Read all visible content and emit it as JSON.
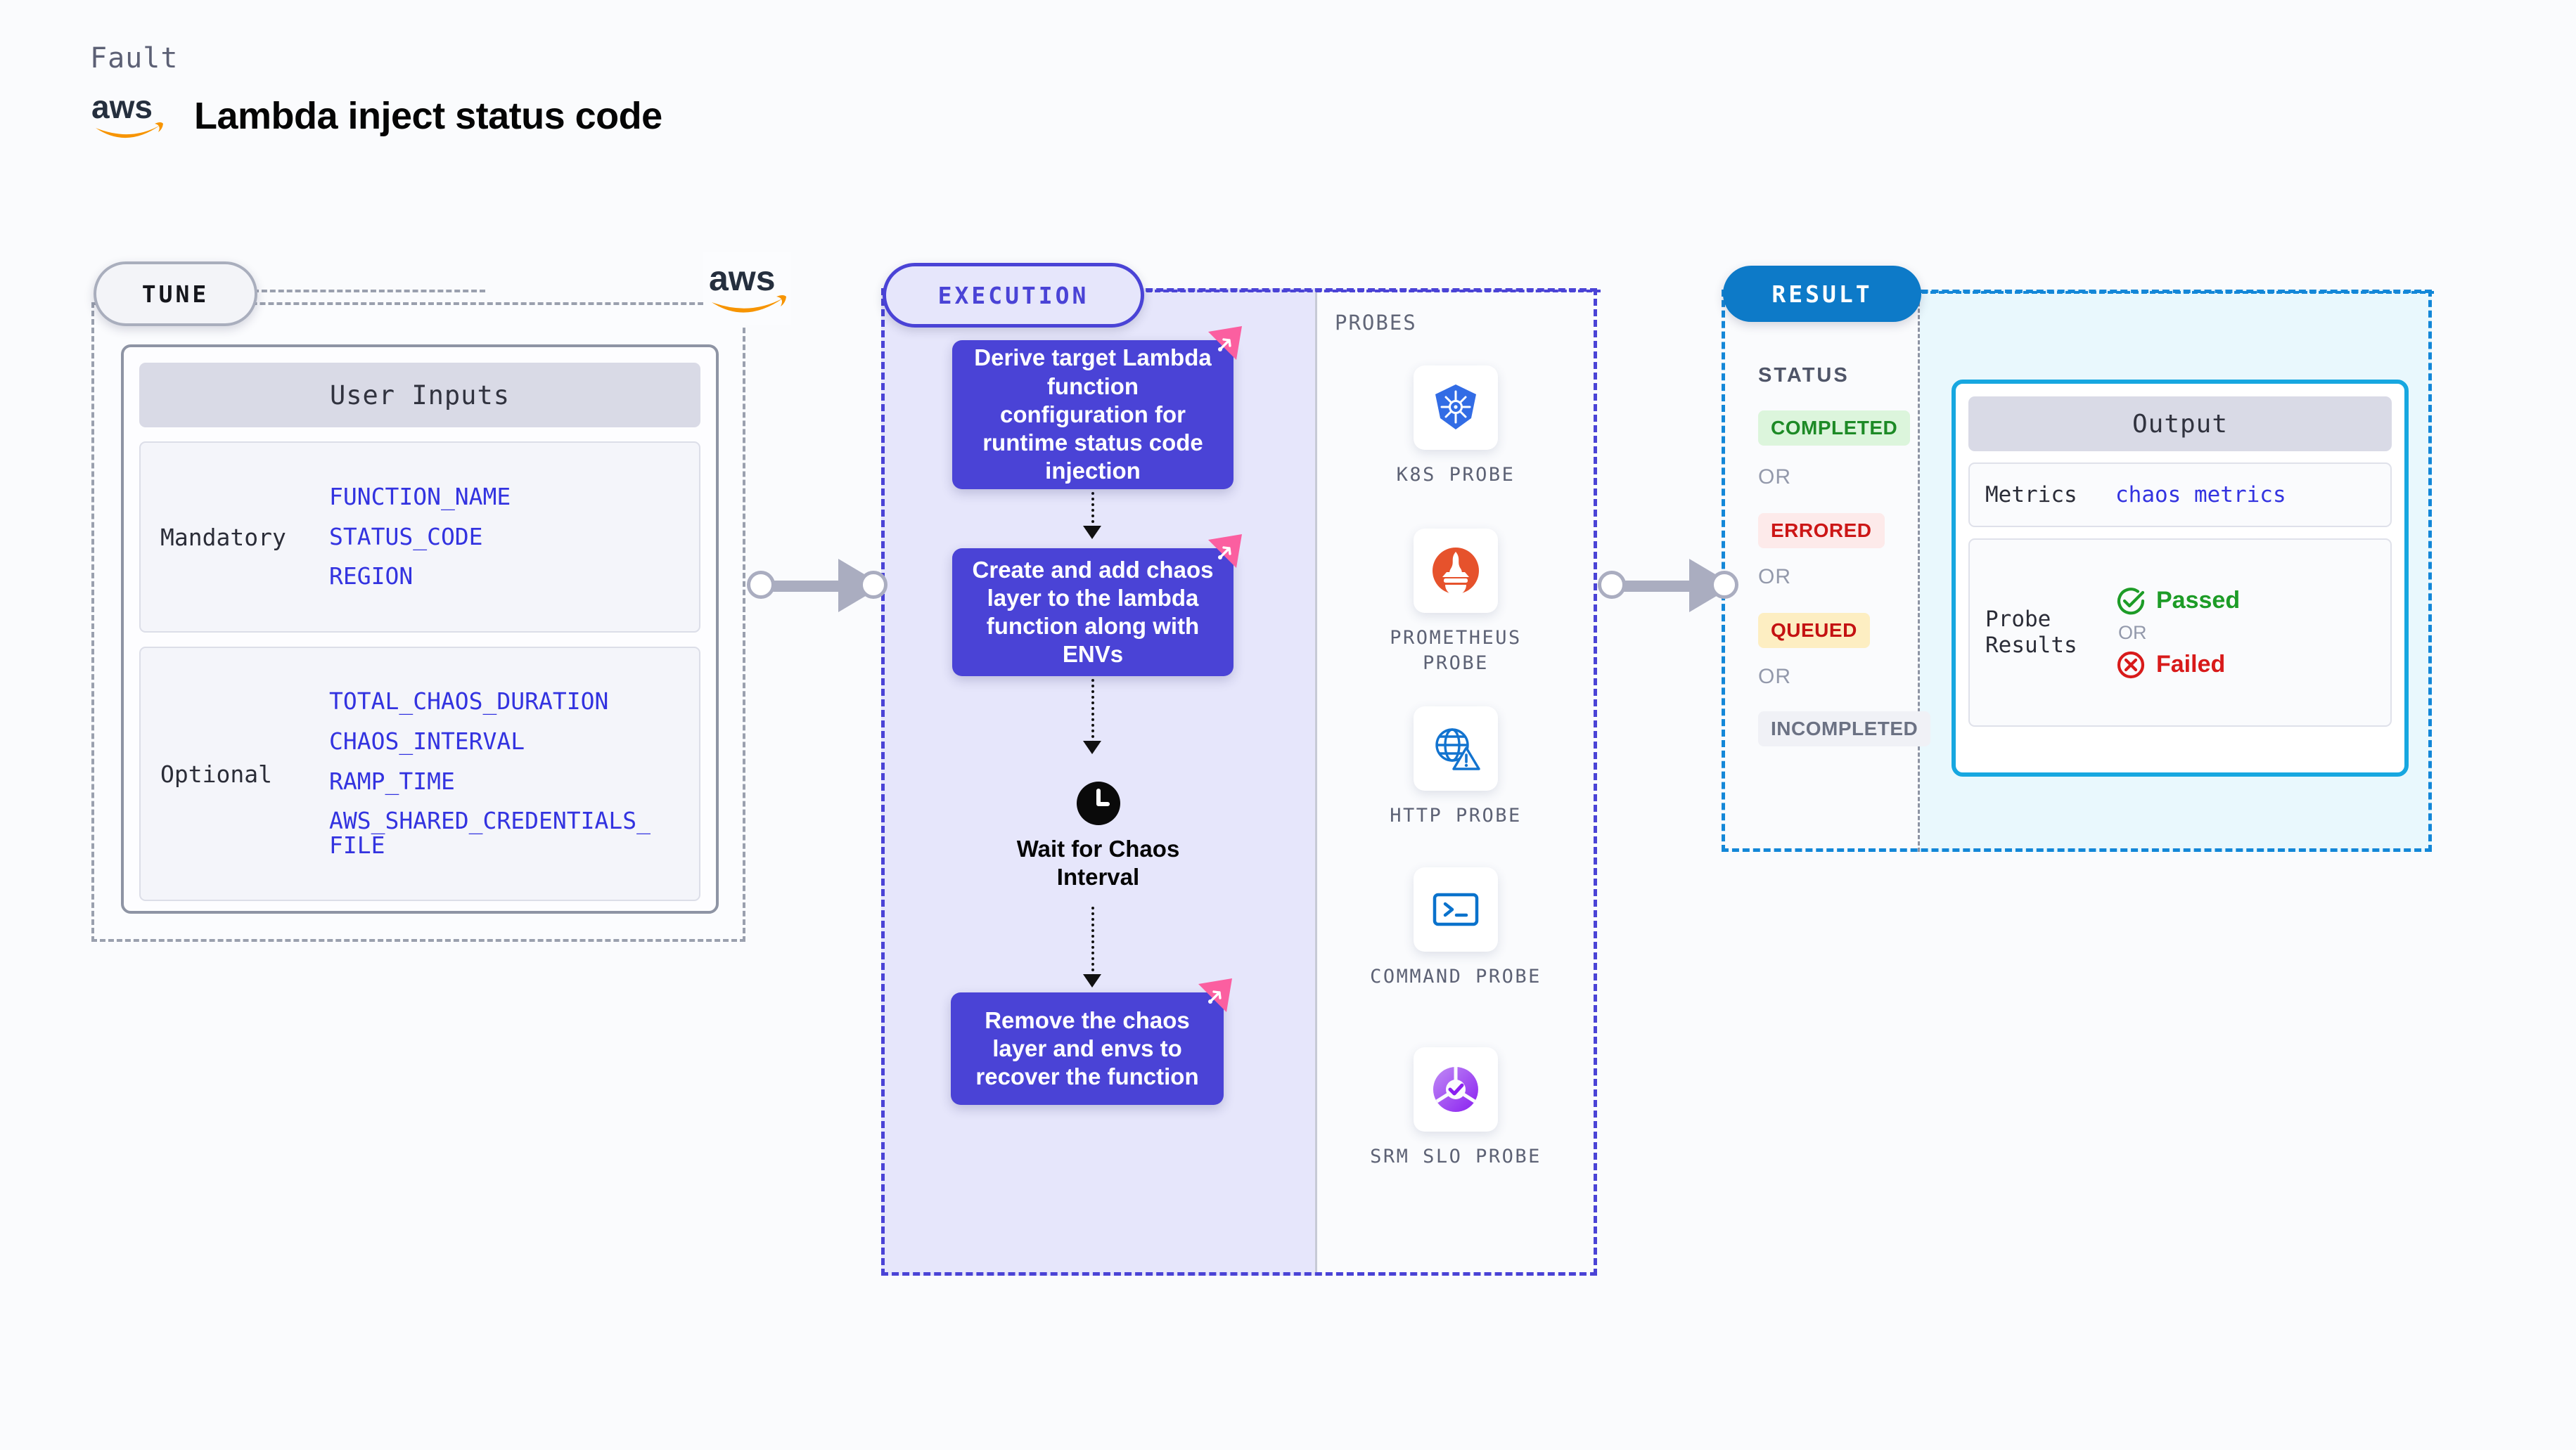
{
  "header": {
    "eyebrow": "Fault",
    "title": "Lambda inject status code",
    "logo": "aws-logo"
  },
  "tune": {
    "badge": "TUNE",
    "provider_logo": "aws-logo",
    "card_title": "User Inputs",
    "groups": [
      {
        "label": "Mandatory",
        "params": [
          "FUNCTION_NAME",
          "STATUS_CODE",
          "REGION"
        ]
      },
      {
        "label": "Optional",
        "params": [
          "TOTAL_CHAOS_DURATION",
          "CHAOS_INTERVAL",
          "RAMP_TIME",
          "AWS_SHARED_CREDENTIALS_FILE"
        ]
      }
    ]
  },
  "execution": {
    "badge": "EXECUTION",
    "steps": [
      "Derive target Lambda function configuration for runtime status code injection",
      "Create and add chaos layer to the lambda function along with ENVs",
      "Remove the chaos layer and envs to recover the function"
    ],
    "wait_node": {
      "icon": "clock-icon",
      "label": "Wait for Chaos Interval"
    }
  },
  "probes": {
    "label": "PROBES",
    "items": [
      {
        "name": "K8S PROBE",
        "icon": "kubernetes-icon"
      },
      {
        "name": "PROMETHEUS PROBE",
        "icon": "prometheus-icon"
      },
      {
        "name": "HTTP PROBE",
        "icon": "http-globe-warning-icon"
      },
      {
        "name": "COMMAND PROBE",
        "icon": "terminal-icon"
      },
      {
        "name": "SRM SLO PROBE",
        "icon": "srm-slo-donut-check-icon"
      }
    ]
  },
  "result": {
    "badge": "RESULT",
    "status_label": "STATUS",
    "or_text": "OR",
    "statuses": [
      {
        "label": "COMPLETED",
        "text_color": "#1d8a26",
        "bg_color": "#dcf5dc"
      },
      {
        "label": "ERRORED",
        "text_color": "#cc1616",
        "bg_color": "#fdeaea"
      },
      {
        "label": "QUEUED",
        "text_color": "#c41212",
        "bg_color": "#fdeec2"
      },
      {
        "label": "INCOMPLETED",
        "text_color": "#6b7183",
        "bg_color": "#f0f1f6"
      }
    ],
    "output": {
      "title": "Output",
      "metrics_key": "Metrics",
      "metrics_value": "chaos metrics",
      "probe_results_key": "Probe Results",
      "passed": {
        "label": "Passed",
        "icon": "check-circle-icon",
        "color": "#1d9c27"
      },
      "or_text": "OR",
      "failed": {
        "label": "Failed",
        "icon": "x-circle-icon",
        "color": "#d81a1a"
      }
    }
  },
  "colors": {
    "purple": "#4a43d6",
    "purple_bg": "#e6e6fb",
    "result_blue": "#0d7ac8",
    "output_cyan": "#17a7e0",
    "ribbon_pink": "#fb5fa0",
    "aws_orange": "#f79400",
    "connector_gray": "#aaadc0"
  }
}
